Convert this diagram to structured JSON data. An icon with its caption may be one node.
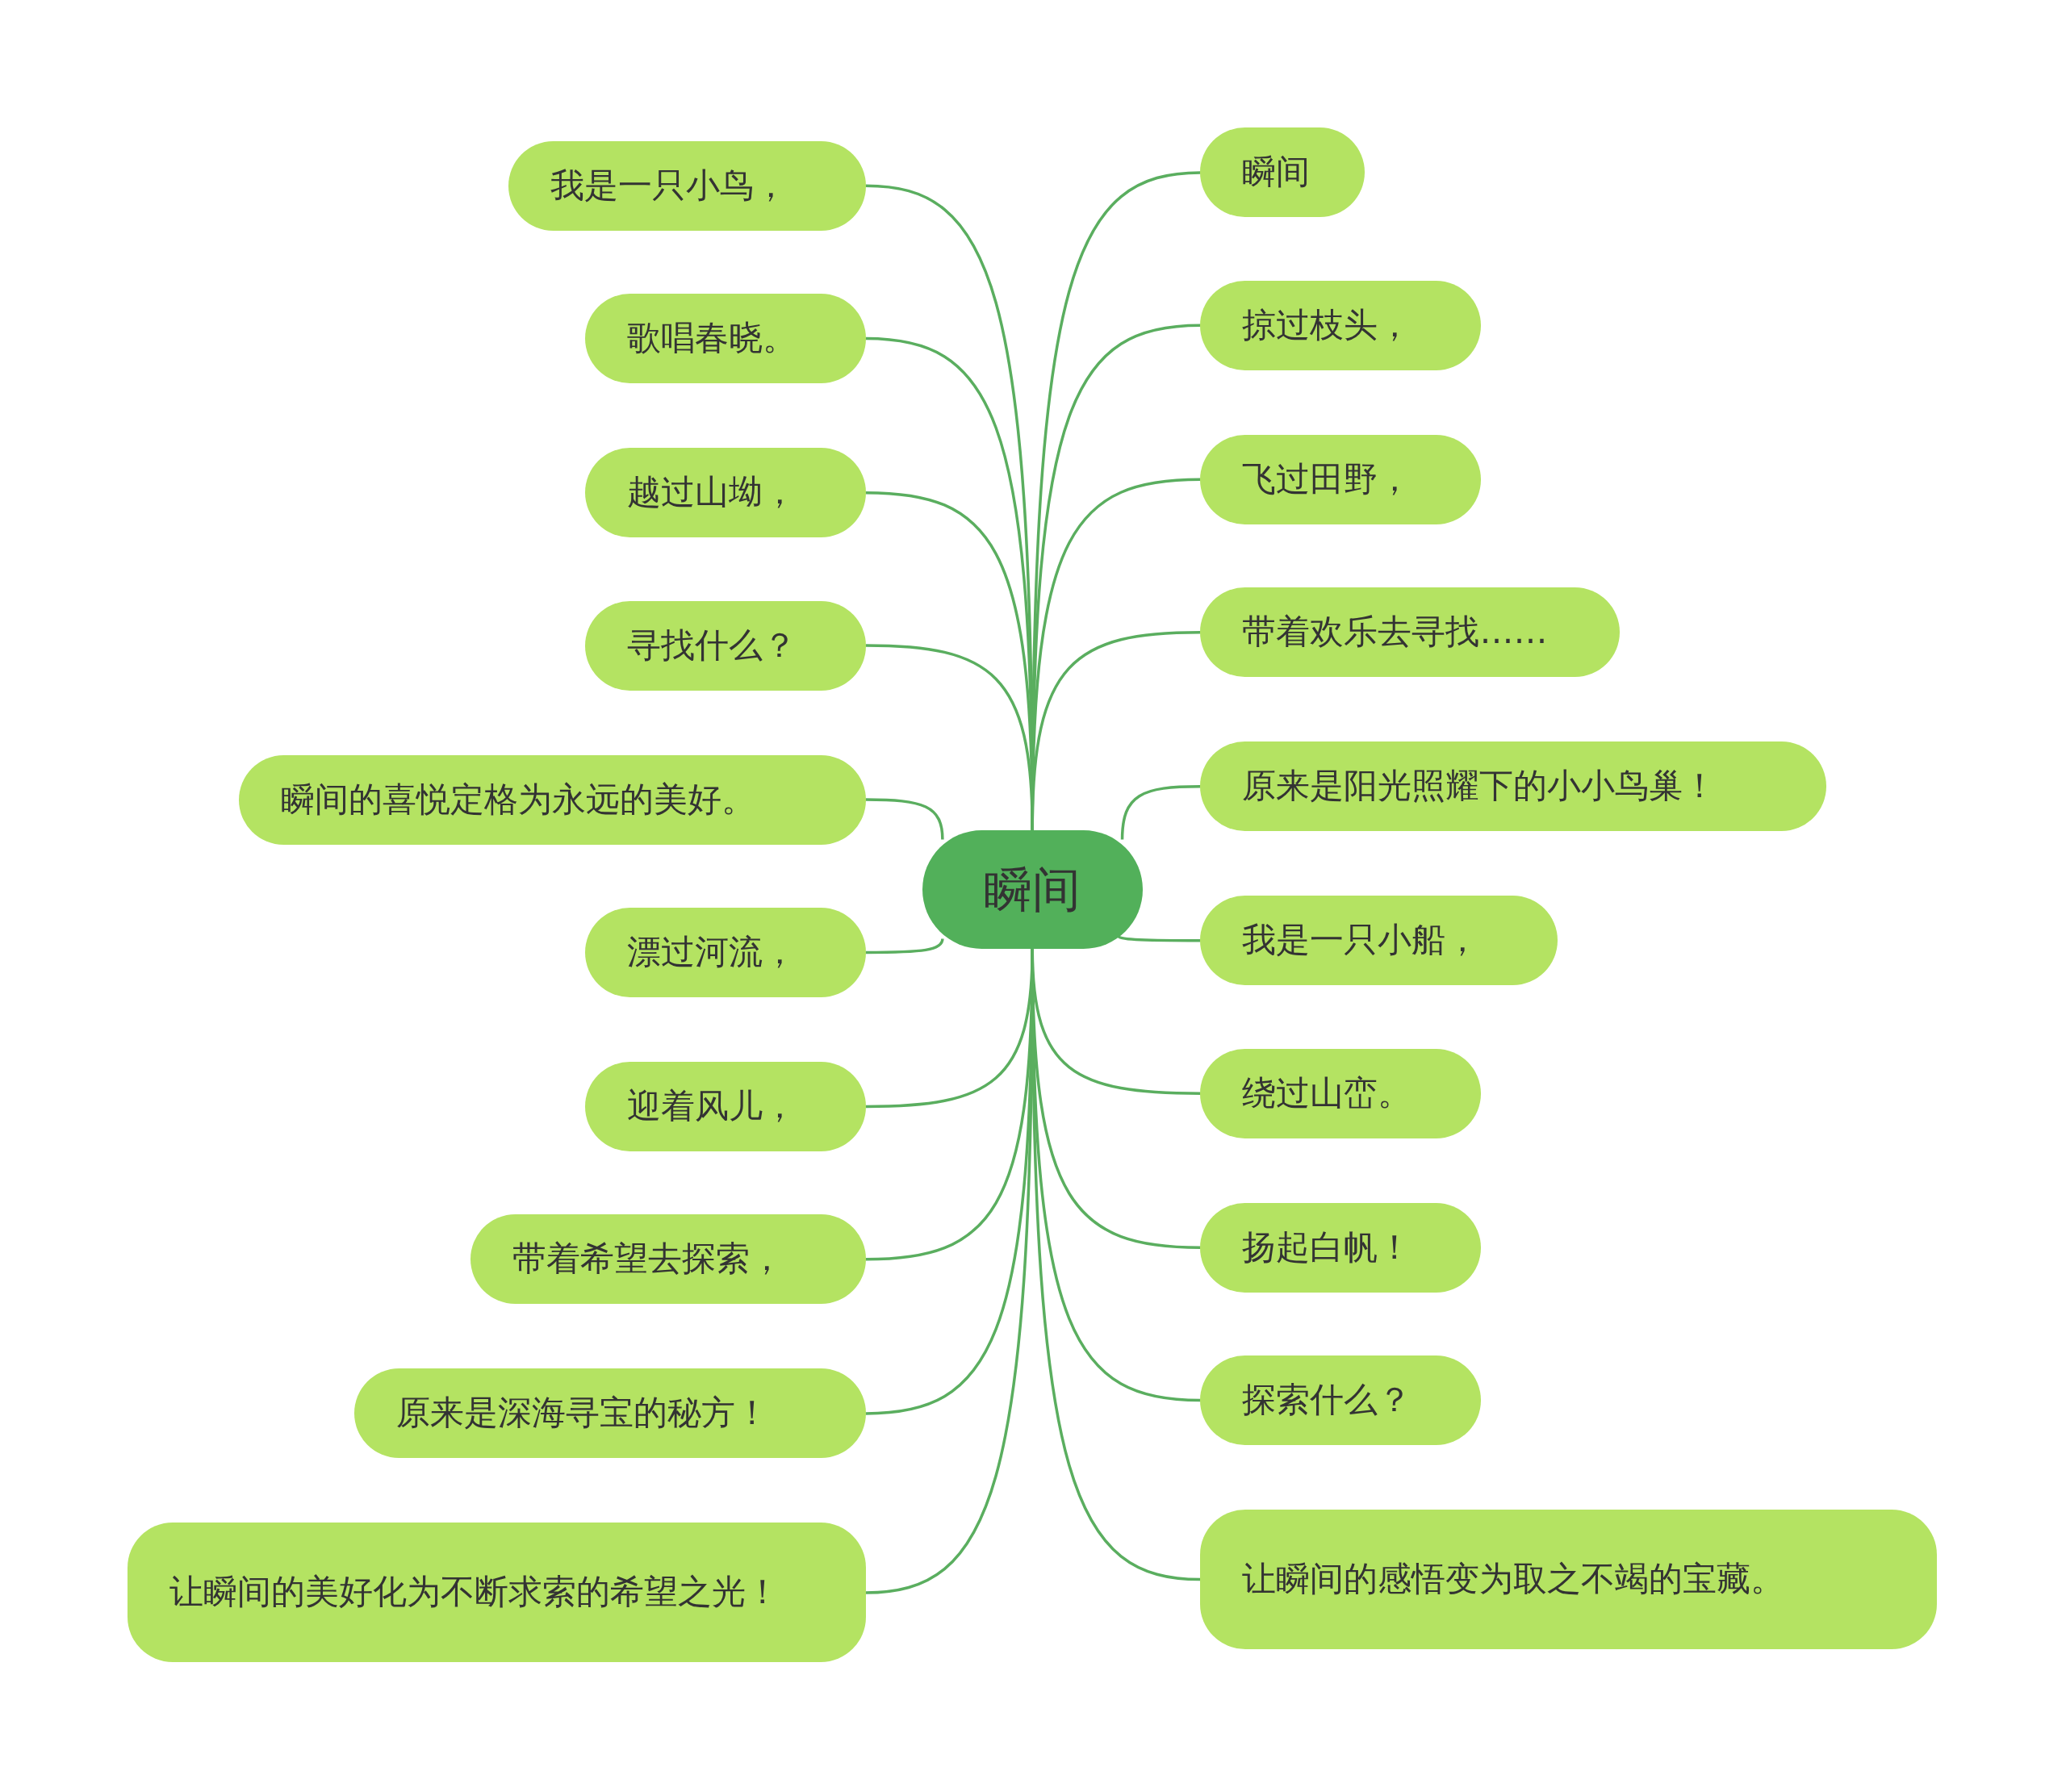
{
  "diagram": {
    "nodes": [
      {
        "text": [
          "瞬间"
        ]
      },
      {
        "text": [
          "我是一只小鸟，"
        ]
      },
      {
        "text": [
          "歌唱春晓。"
        ]
      },
      {
        "text": [
          "越过山坳，"
        ]
      },
      {
        "text": [
          "寻找什么？"
        ]
      },
      {
        "text": [
          "瞬间的喜悦定格为永远的美好。"
        ]
      },
      {
        "text": [
          "漂过河流，"
        ]
      },
      {
        "text": [
          "迎着风儿，"
        ]
      },
      {
        "text": [
          "带着希望去探索，"
        ]
      },
      {
        "text": [
          "原来是深海寻宝的秘方！"
        ]
      },
      {
        "text": [
          "让瞬间的美好化为不断求索的希望之光！"
        ]
      },
      {
        "text": [
          "瞬间"
        ]
      },
      {
        "text": [
          "掠过枝头，"
        ]
      },
      {
        "text": [
          "飞过田野，"
        ]
      },
      {
        "text": [
          "带着欢乐去寻找……"
        ]
      },
      {
        "text": [
          "原来是阳光照耀下的小小鸟巢！"
        ]
      },
      {
        "text": [
          "我是一只小船，"
        ]
      },
      {
        "text": [
          "绕过山峦。"
        ]
      },
      {
        "text": [
          "扬起白帆！"
        ]
      },
      {
        "text": [
          "探索什么？"
        ]
      },
      {
        "text": [
          "让瞬间的感悟变为取之不竭的宝藏。"
        ]
      }
    ],
    "edges": [
      {
        "from": 0,
        "to": 1,
        "arrow": "none"
      },
      {
        "from": 0,
        "to": 2,
        "arrow": "none"
      },
      {
        "from": 0,
        "to": 3,
        "arrow": "none"
      },
      {
        "from": 0,
        "to": 4,
        "arrow": "none"
      },
      {
        "from": 0,
        "to": 5,
        "arrow": "none"
      },
      {
        "from": 0,
        "to": 6,
        "arrow": "none"
      },
      {
        "from": 0,
        "to": 7,
        "arrow": "none"
      },
      {
        "from": 0,
        "to": 8,
        "arrow": "none"
      },
      {
        "from": 0,
        "to": 9,
        "arrow": "none"
      },
      {
        "from": 0,
        "to": 10,
        "arrow": "none"
      },
      {
        "from": 0,
        "to": 11,
        "arrow": "none"
      },
      {
        "from": 0,
        "to": 12,
        "arrow": "none"
      },
      {
        "from": 0,
        "to": 13,
        "arrow": "none"
      },
      {
        "from": 0,
        "to": 14,
        "arrow": "none"
      },
      {
        "from": 0,
        "to": 15,
        "arrow": "none"
      },
      {
        "from": 0,
        "to": 16,
        "arrow": "none"
      },
      {
        "from": 0,
        "to": 17,
        "arrow": "none"
      },
      {
        "from": 0,
        "to": 18,
        "arrow": "none"
      },
      {
        "from": 0,
        "to": 19,
        "arrow": "none"
      },
      {
        "from": 0,
        "to": 20,
        "arrow": "none"
      }
    ]
  }
}
